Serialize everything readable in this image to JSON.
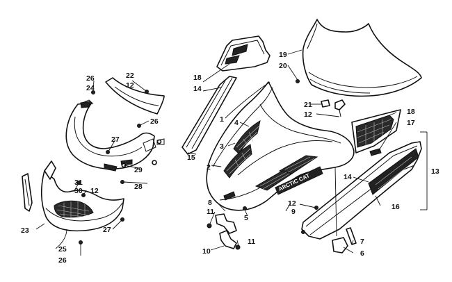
{
  "diagram": {
    "callouts": [
      "1",
      "2",
      "3",
      "4",
      "5",
      "6",
      "7",
      "8",
      "9",
      "10",
      "11",
      "11",
      "12",
      "12",
      "12",
      "12",
      "13",
      "14",
      "14",
      "15",
      "16",
      "17",
      "18",
      "18",
      "19",
      "20",
      "21",
      "22",
      "23",
      "24",
      "25",
      "26",
      "26",
      "26",
      "27",
      "27",
      "28",
      "29",
      "30",
      "31"
    ],
    "logo_text": "ARCTIC CAT"
  }
}
